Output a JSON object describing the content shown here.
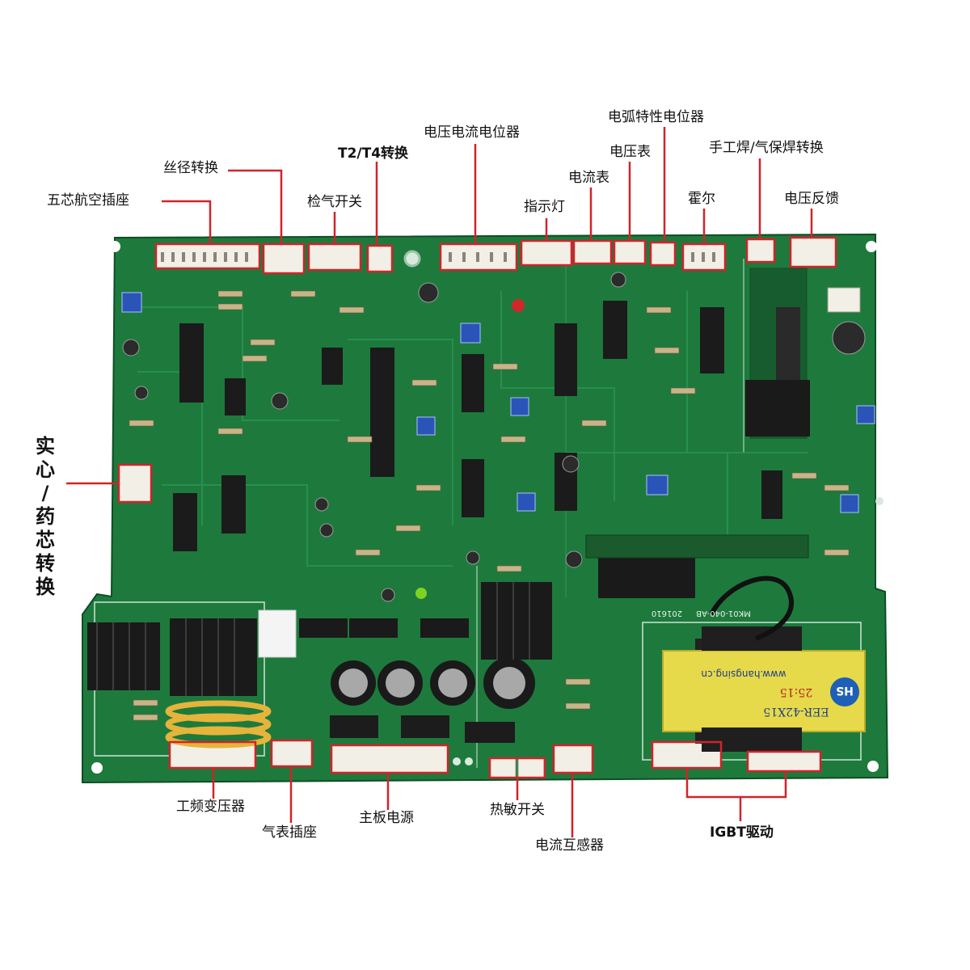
{
  "labels": {
    "wuxin_hangkong_chazuo": "五芯航空插座",
    "sijing_zhuanhuan": "丝径转换",
    "jianqi_kaiguan": "检气开关",
    "t2t4_zhuanhuan": "T2/T4转换",
    "dianya_dianliu_dianweiqi": "电压电流电位器",
    "zhishideng": "指示灯",
    "dianliubiao": "电流表",
    "dianyabiao": "电压表",
    "dianhu_texing_dianweiqi": "电弧特性电位器",
    "huoer": "霍尔",
    "shougonghan_qibaohan_zhuanhuan": "手工焊/气保焊转换",
    "dianya_fankui": "电压反馈",
    "shixin_yaoxin_zhuanhuan": "实心 / 药芯转换",
    "gongpin_bianyaqi": "工频变压器",
    "qibiao_chazuo": "气表插座",
    "zhuban_dianyuan": "主板电源",
    "remin_kaiguan": "热敏开关",
    "dianliu_huganqi": "电流互感器",
    "igbt_qudong": "IGBT驱动"
  },
  "board": {
    "transformer_brand": "www.hangsing.cn",
    "transformer_ratio": "25:15",
    "transformer_model": "EER-42X15",
    "transformer_logo": "HS",
    "board_code": "MK01-040-AB",
    "board_date": "201610"
  },
  "colors": {
    "pcb": "#1d7a3c",
    "pcb_dark": "#155f2e",
    "silkscreen": "#e8f2e8",
    "callout": "#d2232a",
    "connector": "#f2efe6",
    "bobbin": "#e6d94a",
    "ferrite": "#222222",
    "heatsink": "#1a1a1a",
    "trimmer": "#2b54b8",
    "ic": "#1b1b1b"
  },
  "icons": [
    "pcb-photo",
    "connector",
    "capacitor",
    "heatsink",
    "transformer",
    "potentiometer"
  ]
}
